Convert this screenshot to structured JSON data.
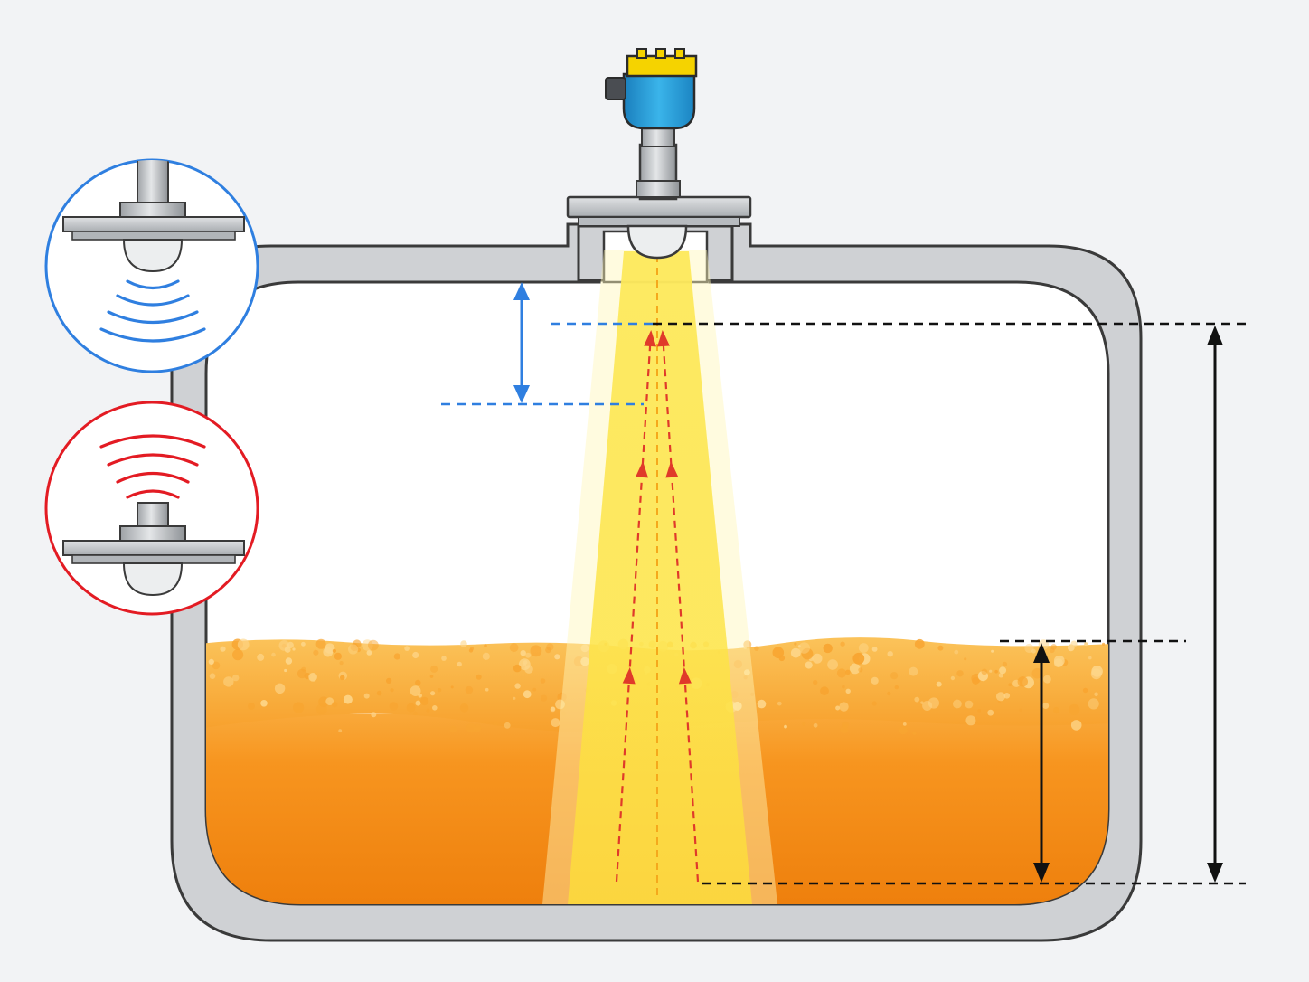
{
  "diagram": {
    "subject": "radar-level-measurement",
    "components": [
      {
        "id": "radar-transmitter",
        "icon": "radar-sensor-icon"
      },
      {
        "id": "tank-vessel",
        "icon": "tank-icon"
      },
      {
        "id": "liquid-foam",
        "icon": "liquid-icon"
      },
      {
        "id": "emit-detail",
        "icon": "signal-emit-icon"
      },
      {
        "id": "receive-detail",
        "icon": "signal-receive-icon"
      }
    ],
    "colors": {
      "background": "#f2f3f5",
      "tank_wall": "#cfd1d4",
      "tank_outline": "#3a3a3a",
      "liquid": "#f7941d",
      "liquid_dark": "#ee7f0c",
      "foam": "#f9b233",
      "beam": "#fde036",
      "signal_path": "#e03a2a",
      "emit_indicator": "#2f7fe0",
      "receive_indicator": "#e31b23",
      "dimension": "#111111",
      "transmitter_housing": "#2aa3dc",
      "transmitter_cap": "#f5d300"
    }
  }
}
